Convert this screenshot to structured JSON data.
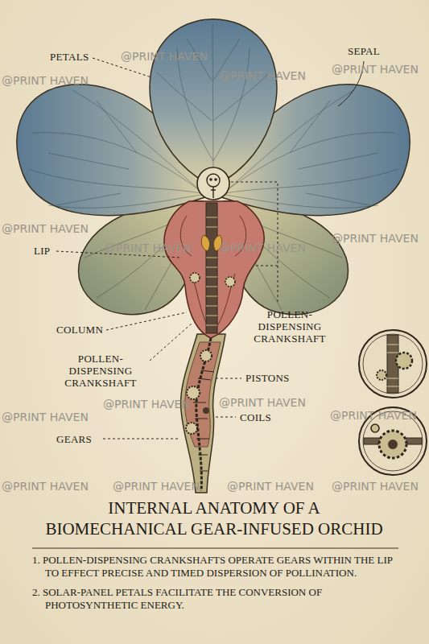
{
  "diagram": {
    "title": "INTERNAL ANATOMY OF A BIOMECHANICAL GEAR-INFUSED ORCHID",
    "labels": [
      "PETALS",
      "SEPAL",
      "LIP",
      "POLLEN-DISPENSING CRANKSHAFT",
      "COLUMN",
      "POLLEN-DISPENSING CRANKSHAFT",
      "PISTONS",
      "COILS",
      "GEARS",
      "1. POLLEN-DISPENSING CRANKSHAFTS OPERATE GEARS WITHIN THE LIP TO EFFECT PRECISE AND TIMED DISPERSION OF POLLINATION.",
      "2. SOLAR-PANEL PETALS FACILITATE THE CONVERSION OF PHOTOSYNTHETIC ENERGY.",
      "@PRINT HAVEN",
      "@PRINT HAVEN",
      "@PRINT HAVEN",
      "@PRINT HAVEN",
      "@PRINT HAVEN",
      "@PRINT HAVEN",
      "@PRINT HAVEN",
      "@PRINT HAVEN",
      "@PRINT HAVEN",
      "@PRINT HAVEN",
      "@PRINT HAVEN",
      "@PRINT HAVEN",
      "@PRINT HAVEN",
      "@PRINT HAVEN",
      "@PRINT HAVEN",
      "@PRINT HAVEN"
    ]
  }
}
